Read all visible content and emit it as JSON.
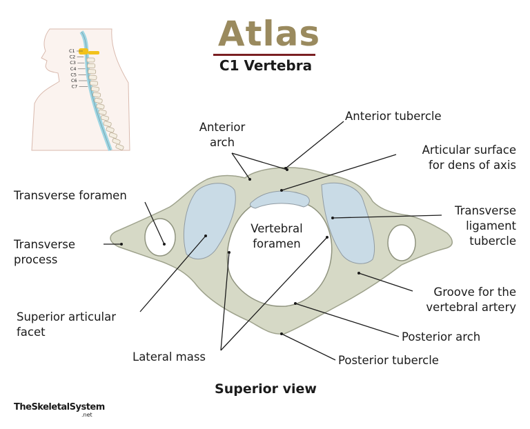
{
  "title": "Atlas",
  "subtitle": "C1 Vertebra",
  "view_caption": "Superior view",
  "brand": {
    "name": "TheSkeletalSystem",
    "suffix": ".net"
  },
  "inset": {
    "vertebra_labels": [
      "C1",
      "C2",
      "C3",
      "C4",
      "C5",
      "C6",
      "C7"
    ],
    "highlight_color": "#f2c21b"
  },
  "labels": {
    "anterior_arch_line1": "Anterior",
    "anterior_arch_line2": "arch",
    "anterior_tubercle": "Anterior tubercle",
    "articular_surface_line1": "Articular surface",
    "articular_surface_line2": "for dens of axis",
    "transverse_foramen": "Transverse foramen",
    "transverse_ligament_line1": "Transverse",
    "transverse_ligament_line2": "ligament",
    "transverse_ligament_line3": "tubercle",
    "transverse_process_line1": "Transverse",
    "transverse_process_line2": "process",
    "vertebral_foramen_line1": "Vertebral",
    "vertebral_foramen_line2": "foramen",
    "groove_line1": "Groove for the",
    "groove_line2": "vertebral artery",
    "superior_facet_line1": "Superior articular",
    "superior_facet_line2": "facet",
    "posterior_arch": "Posterior arch",
    "lateral_mass": "Lateral mass",
    "posterior_tubercle": "Posterior tubercle"
  },
  "colors": {
    "title": "#9a8a5e",
    "title_rule": "#7a1f22",
    "bone": "#d6d9c6",
    "facet": "#c9dbe6"
  }
}
